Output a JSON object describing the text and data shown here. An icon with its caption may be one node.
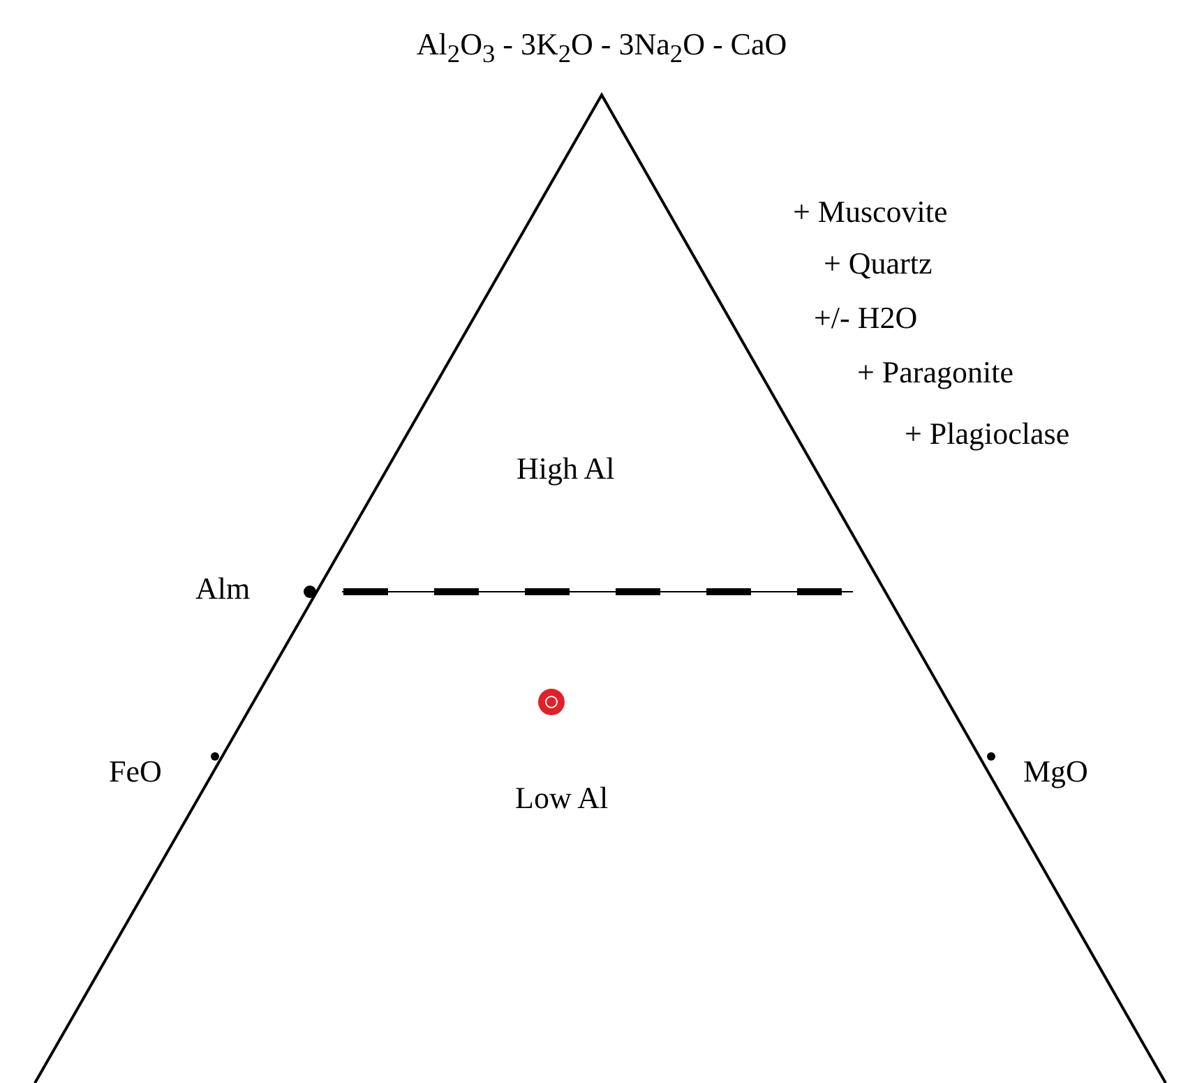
{
  "diagram": {
    "title": "Al$_{2}$O$_{3}$ - 3K$_{2}$O - 3Na$_{2}$O - CaO",
    "labels": [
      "+ Muscovite",
      "+ Quartz",
      "+/- H2O",
      "+ Paragonite",
      "+ Plagioclase",
      "High Al",
      "Alm",
      "FeO",
      "Low Al",
      "MgO"
    ]
  }
}
